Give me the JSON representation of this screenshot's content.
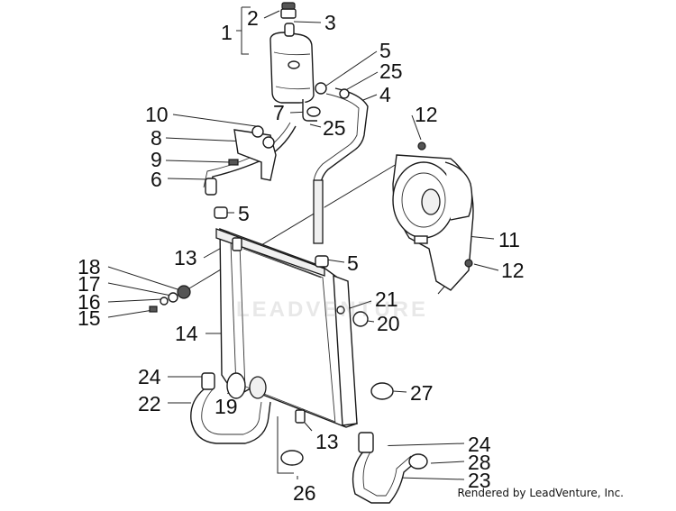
{
  "watermark": "LEADVENTURE",
  "credit": "Rendered by LeadVenture, Inc.",
  "callouts": [
    {
      "id": "c1",
      "label": "1"
    },
    {
      "id": "c2",
      "label": "2"
    },
    {
      "id": "c3",
      "label": "3"
    },
    {
      "id": "c4",
      "label": "4"
    },
    {
      "id": "c5a",
      "label": "5"
    },
    {
      "id": "c5b",
      "label": "5"
    },
    {
      "id": "c5c",
      "label": "5"
    },
    {
      "id": "c6",
      "label": "6"
    },
    {
      "id": "c7",
      "label": "7"
    },
    {
      "id": "c8",
      "label": "8"
    },
    {
      "id": "c9",
      "label": "9"
    },
    {
      "id": "c10",
      "label": "10"
    },
    {
      "id": "c11",
      "label": "11"
    },
    {
      "id": "c12a",
      "label": "12"
    },
    {
      "id": "c12b",
      "label": "12"
    },
    {
      "id": "c13a",
      "label": "13"
    },
    {
      "id": "c13b",
      "label": "13"
    },
    {
      "id": "c14",
      "label": "14"
    },
    {
      "id": "c15",
      "label": "15"
    },
    {
      "id": "c16",
      "label": "16"
    },
    {
      "id": "c17",
      "label": "17"
    },
    {
      "id": "c18",
      "label": "18"
    },
    {
      "id": "c19",
      "label": "19"
    },
    {
      "id": "c20",
      "label": "20"
    },
    {
      "id": "c21",
      "label": "21"
    },
    {
      "id": "c22",
      "label": "22"
    },
    {
      "id": "c23",
      "label": "23"
    },
    {
      "id": "c24a",
      "label": "24"
    },
    {
      "id": "c24b",
      "label": "24"
    },
    {
      "id": "c25a",
      "label": "25"
    },
    {
      "id": "c25b",
      "label": "25"
    },
    {
      "id": "c26",
      "label": "26"
    },
    {
      "id": "c27",
      "label": "27"
    },
    {
      "id": "c28",
      "label": "28"
    }
  ]
}
